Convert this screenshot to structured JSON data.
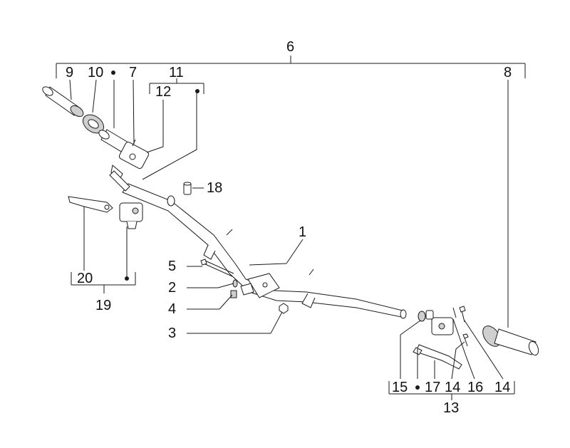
{
  "diagram": {
    "callouts": {
      "c1": "1",
      "c2": "2",
      "c3": "3",
      "c4": "4",
      "c5": "5",
      "c6": "6",
      "c7": "7",
      "c8": "8",
      "c9": "9",
      "c10": "10",
      "c11": "11",
      "c12": "12",
      "c13": "13",
      "c14a": "14",
      "c14b": "14",
      "c15": "15",
      "c16": "16",
      "c17": "17",
      "c18": "18",
      "c19": "19",
      "c20": "20"
    },
    "colors": {
      "line": "#1a1a1a",
      "part_fill": "#ffffff",
      "shade": "#cfcfcf"
    }
  }
}
